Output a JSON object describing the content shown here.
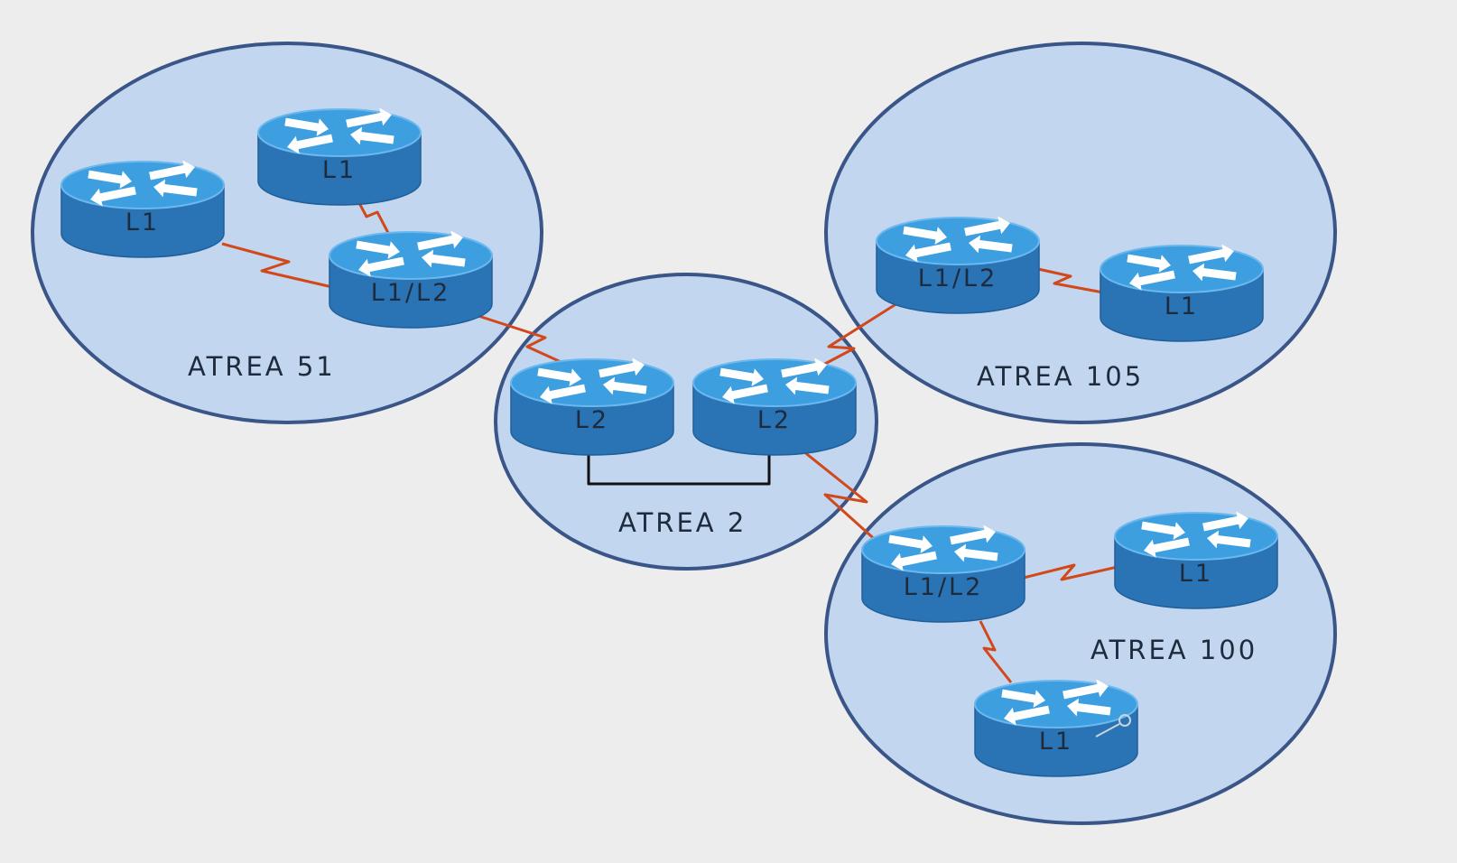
{
  "colors": {
    "background": "#ededed",
    "area_fill": "#c2d6ef",
    "area_stroke": "#3a5587",
    "router_top": "#3d9fe0",
    "router_side": "#2a73b4",
    "router_rim": "#6bb8ee",
    "serial_link": "#d2481a",
    "ethernet_link": "#111111",
    "label": "#1e2b3c"
  },
  "areas": [
    {
      "id": "area-51",
      "label": "ATREA 51"
    },
    {
      "id": "area-2",
      "label": "ATREA 2"
    },
    {
      "id": "area-105",
      "label": "ATREA 105"
    },
    {
      "id": "area-100",
      "label": "ATREA 100"
    }
  ],
  "routers": [
    {
      "id": "r51a",
      "label": "L1",
      "area": "area-51"
    },
    {
      "id": "r51b",
      "label": "L1",
      "area": "area-51"
    },
    {
      "id": "r51c",
      "label": "L1/L2",
      "area": "area-51"
    },
    {
      "id": "r2a",
      "label": "L2",
      "area": "area-2"
    },
    {
      "id": "r2b",
      "label": "L2",
      "area": "area-2"
    },
    {
      "id": "r105a",
      "label": "L1/L2",
      "area": "area-105"
    },
    {
      "id": "r105b",
      "label": "L1",
      "area": "area-105"
    },
    {
      "id": "r100a",
      "label": "L1/L2",
      "area": "area-100"
    },
    {
      "id": "r100b",
      "label": "L1",
      "area": "area-100"
    },
    {
      "id": "r100c",
      "label": "L1",
      "area": "area-100"
    }
  ],
  "links": [
    {
      "from": "r51b",
      "to": "r51c",
      "type": "serial"
    },
    {
      "from": "r51a",
      "to": "r51c",
      "type": "serial"
    },
    {
      "from": "r51c",
      "to": "r2a",
      "type": "serial"
    },
    {
      "from": "r2a",
      "to": "r2b",
      "type": "ethernet"
    },
    {
      "from": "r2b",
      "to": "r105a",
      "type": "serial"
    },
    {
      "from": "r105a",
      "to": "r105b",
      "type": "serial"
    },
    {
      "from": "r2b",
      "to": "r100a",
      "type": "serial"
    },
    {
      "from": "r100a",
      "to": "r100b",
      "type": "serial"
    },
    {
      "from": "r100a",
      "to": "r100c",
      "type": "serial"
    }
  ]
}
